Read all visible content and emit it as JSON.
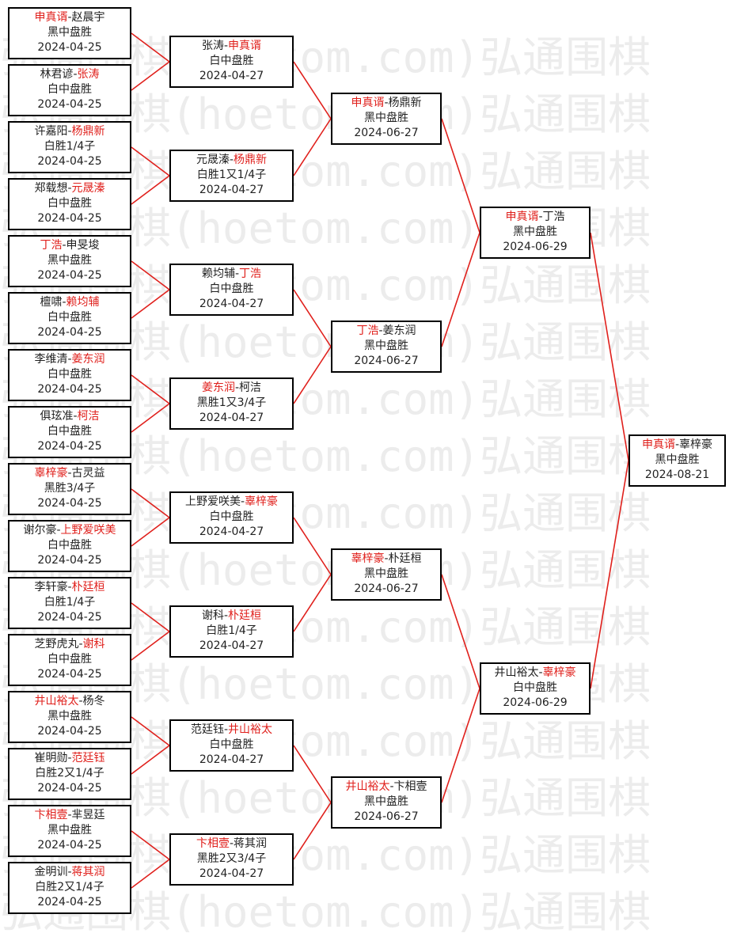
{
  "watermark": "弘通围棋(hoetom.com)弘通围棋",
  "colors": {
    "winner": "#e0201c",
    "line": "#e0201c",
    "border": "#000000",
    "text": "#222222"
  },
  "rounds": [
    {
      "matches": [
        {
          "p1": "申真谞",
          "p2": "赵晨宇",
          "winner": "p1",
          "result": "黑中盘胜",
          "date": "2024-04-25"
        },
        {
          "p1": "林君谚",
          "p2": "张涛",
          "winner": "p2",
          "result": "白中盘胜",
          "date": "2024-04-25"
        },
        {
          "p1": "许嘉阳",
          "p2": "杨鼎新",
          "winner": "p2",
          "result": "白胜1/4子",
          "date": "2024-04-25"
        },
        {
          "p1": "郑载想",
          "p2": "元晟溱",
          "winner": "p2",
          "result": "白中盘胜",
          "date": "2024-04-25"
        },
        {
          "p1": "丁浩",
          "p2": "申旻埈",
          "winner": "p1",
          "result": "黑中盘胜",
          "date": "2024-04-25"
        },
        {
          "p1": "檀啸",
          "p2": "赖均辅",
          "winner": "p2",
          "result": "白中盘胜",
          "date": "2024-04-25"
        },
        {
          "p1": "李维清",
          "p2": "姜东润",
          "winner": "p2",
          "result": "白中盘胜",
          "date": "2024-04-25"
        },
        {
          "p1": "俱玹准",
          "p2": "柯洁",
          "winner": "p2",
          "result": "白中盘胜",
          "date": "2024-04-25"
        },
        {
          "p1": "辜梓豪",
          "p2": "古灵益",
          "winner": "p1",
          "result": "黑胜3/4子",
          "date": "2024-04-25"
        },
        {
          "p1": "谢尔豪",
          "p2": "上野爱咲美",
          "winner": "p2",
          "result": "白中盘胜",
          "date": "2024-04-25"
        },
        {
          "p1": "李轩豪",
          "p2": "朴廷桓",
          "winner": "p2",
          "result": "白胜1/4子",
          "date": "2024-04-25"
        },
        {
          "p1": "芝野虎丸",
          "p2": "谢科",
          "winner": "p2",
          "result": "白中盘胜",
          "date": "2024-04-25"
        },
        {
          "p1": "井山裕太",
          "p2": "杨冬",
          "winner": "p1",
          "result": "黑中盘胜",
          "date": "2024-04-25"
        },
        {
          "p1": "崔明勋",
          "p2": "范廷钰",
          "winner": "p2",
          "result": "白胜2又1/4子",
          "date": "2024-04-25"
        },
        {
          "p1": "卞相壹",
          "p2": "芈昱廷",
          "winner": "p1",
          "result": "黑中盘胜",
          "date": "2024-04-25"
        },
        {
          "p1": "金明训",
          "p2": "蒋其润",
          "winner": "p2",
          "result": "白胜2又1/4子",
          "date": "2024-04-25"
        }
      ]
    },
    {
      "matches": [
        {
          "p1": "张涛",
          "p2": "申真谞",
          "winner": "p2",
          "result": "白中盘胜",
          "date": "2024-04-27"
        },
        {
          "p1": "元晟溱",
          "p2": "杨鼎新",
          "winner": "p2",
          "result": "白胜1又1/4子",
          "date": "2024-04-27"
        },
        {
          "p1": "赖均辅",
          "p2": "丁浩",
          "winner": "p2",
          "result": "白中盘胜",
          "date": "2024-04-27"
        },
        {
          "p1": "姜东润",
          "p2": "柯洁",
          "winner": "p1",
          "result": "黑胜1又3/4子",
          "date": "2024-04-27"
        },
        {
          "p1": "上野爱咲美",
          "p2": "辜梓豪",
          "winner": "p2",
          "result": "白中盘胜",
          "date": "2024-04-27"
        },
        {
          "p1": "谢科",
          "p2": "朴廷桓",
          "winner": "p2",
          "result": "白胜1/4子",
          "date": "2024-04-27"
        },
        {
          "p1": "范廷钰",
          "p2": "井山裕太",
          "winner": "p2",
          "result": "白中盘胜",
          "date": "2024-04-27"
        },
        {
          "p1": "卞相壹",
          "p2": "蒋其润",
          "winner": "p1",
          "result": "黑胜2又3/4子",
          "date": "2024-04-27"
        }
      ]
    },
    {
      "matches": [
        {
          "p1": "申真谞",
          "p2": "杨鼎新",
          "winner": "p1",
          "result": "黑中盘胜",
          "date": "2024-06-27"
        },
        {
          "p1": "丁浩",
          "p2": "姜东润",
          "winner": "p1",
          "result": "黑中盘胜",
          "date": "2024-06-27"
        },
        {
          "p1": "辜梓豪",
          "p2": "朴廷桓",
          "winner": "p1",
          "result": "黑中盘胜",
          "date": "2024-06-27"
        },
        {
          "p1": "井山裕太",
          "p2": "卞相壹",
          "winner": "p1",
          "result": "黑中盘胜",
          "date": "2024-06-27"
        }
      ]
    },
    {
      "matches": [
        {
          "p1": "申真谞",
          "p2": "丁浩",
          "winner": "p1",
          "result": "黑中盘胜",
          "date": "2024-06-29"
        },
        {
          "p1": "井山裕太",
          "p2": "辜梓豪",
          "winner": "p2",
          "result": "白中盘胜",
          "date": "2024-06-29"
        }
      ]
    },
    {
      "matches": [
        {
          "p1": "申真谞",
          "p2": "辜梓豪",
          "winner": "p1",
          "result": "黑中盘胜",
          "date": "2024-08-21"
        }
      ]
    }
  ]
}
